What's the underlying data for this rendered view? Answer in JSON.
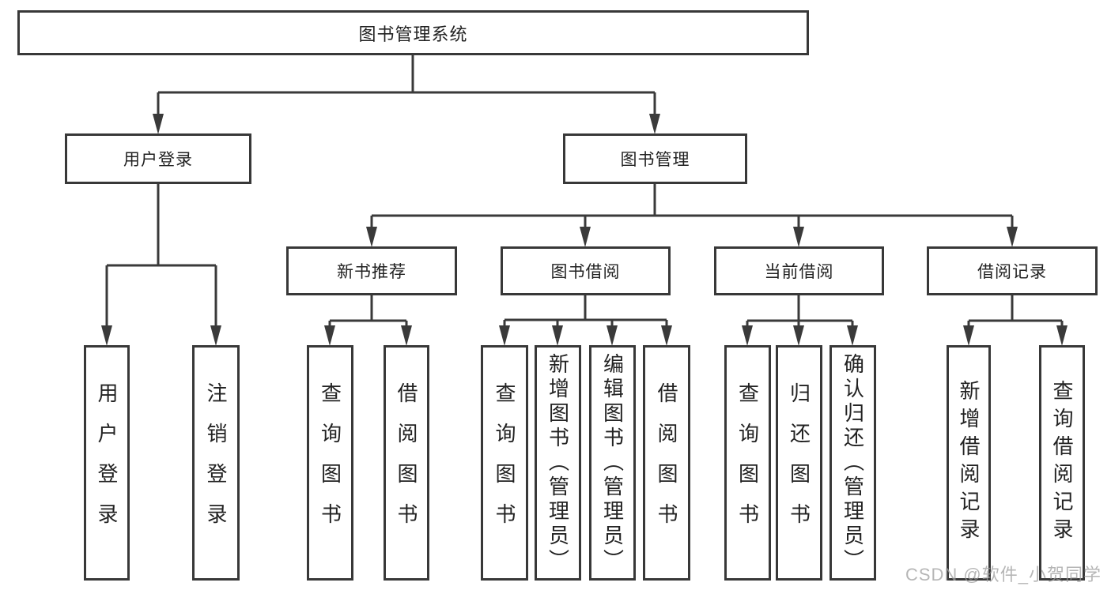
{
  "diagram": {
    "tree": {
      "label": "图书管理系统",
      "children": [
        {
          "label": "用户登录",
          "children": [
            {
              "label": "用户登录"
            },
            {
              "label": "注销登录"
            }
          ]
        },
        {
          "label": "图书管理",
          "children": [
            {
              "label": "新书推荐",
              "children": [
                {
                  "label": "查询图书"
                },
                {
                  "label": "借阅图书"
                }
              ]
            },
            {
              "label": "图书借阅",
              "children": [
                {
                  "label": "查询图书"
                },
                {
                  "label": "新增图书（管理员）"
                },
                {
                  "label": "编辑图书（管理员）"
                },
                {
                  "label": "借阅图书"
                }
              ]
            },
            {
              "label": "当前借阅",
              "children": [
                {
                  "label": "查询图书"
                },
                {
                  "label": "归还图书"
                },
                {
                  "label": "确认归还（管理员）"
                }
              ]
            },
            {
              "label": "借阅记录",
              "children": [
                {
                  "label": "新增借阅记录"
                },
                {
                  "label": "查询借阅记录"
                }
              ]
            }
          ]
        }
      ]
    },
    "colors": {
      "line": "#3a3a3a",
      "box_border": "#383838",
      "text": "#222222",
      "background": "#ffffff",
      "watermark": "#9e9e9e"
    }
  },
  "watermark": {
    "text": "CSDN @软件_小贺同学"
  }
}
